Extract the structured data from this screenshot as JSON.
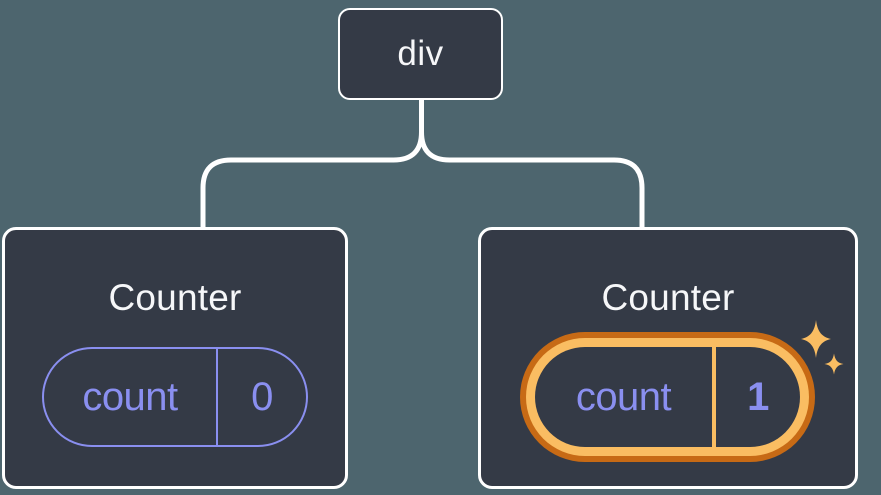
{
  "diagram": {
    "root": {
      "label": "div"
    },
    "counters": [
      {
        "title": "Counter",
        "state_name": "count",
        "state_value": "0",
        "highlighted": false
      },
      {
        "title": "Counter",
        "state_name": "count",
        "state_value": "1",
        "highlighted": true
      }
    ],
    "colors": {
      "background": "#4D656E",
      "node_fill": "#343A46",
      "node_border": "#FFFFFF",
      "state_accent": "#8A8FF0",
      "highlight_light": "#FABD62",
      "highlight_dark": "#C76A15",
      "title_text": "#F6F7F9"
    },
    "icons": {
      "highlight_badge": "sparkles-icon"
    }
  }
}
